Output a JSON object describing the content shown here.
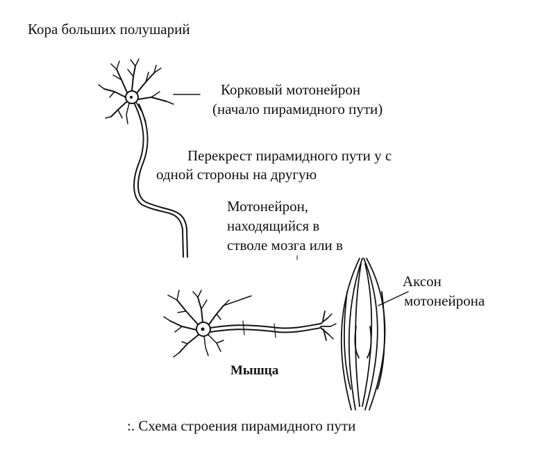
{
  "labels": {
    "cortex": "Кора больших полушарий",
    "cortical_motoneuron_line1": "Корковый мотонейрон",
    "cortical_motoneuron_line2": "(начало пирамидного пути)",
    "decussation_line1": "Перекрест пирамидного пути у с",
    "decussation_line2": "одной стороны на другую",
    "motoneuron_line1": "Мотонейрон,",
    "motoneuron_line2": "находящийся в",
    "motoneuron_line3": "стволе мозга или в",
    "axon_line1": "Аксон",
    "axon_line2": "мотонейрона",
    "muscle": "Мышца",
    "caption": ":. Схема строения пирамидного пути"
  }
}
